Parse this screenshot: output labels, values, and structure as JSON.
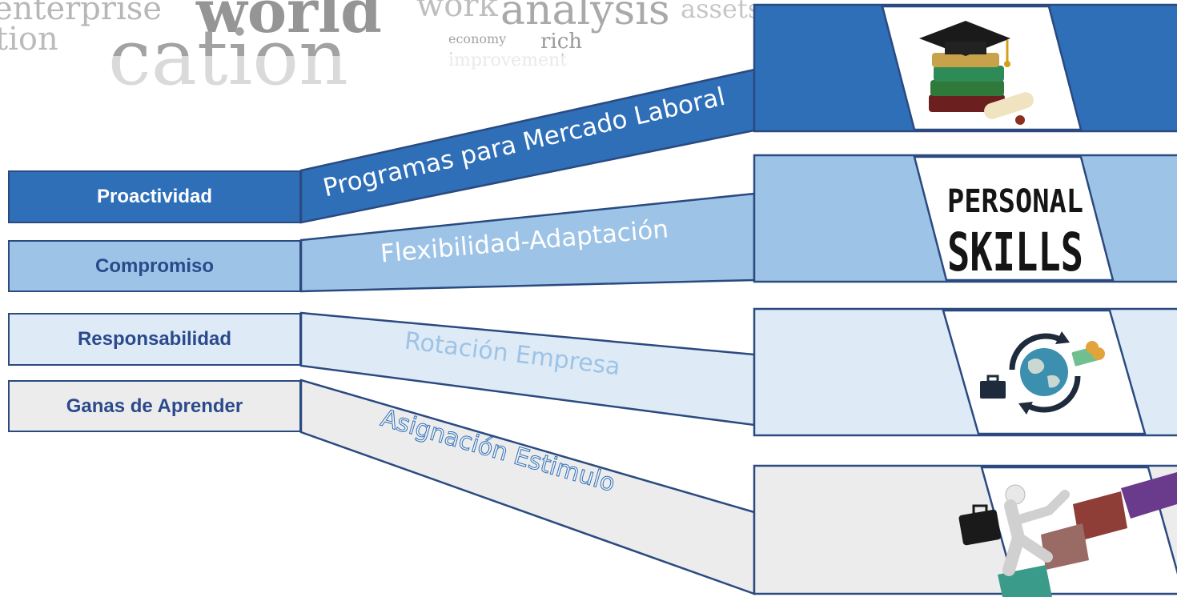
{
  "background_words": {
    "items": [
      "enterprise",
      "world",
      "work",
      "analysis",
      "assets",
      "tion",
      "cation",
      "economy",
      "rich",
      "improvement"
    ]
  },
  "rows": [
    {
      "label": "Proactividad",
      "band_text": "Programas para Mercado Laboral",
      "icon": "graduation-cap-books-icon",
      "fill": "#2e6fb8",
      "label_color": "#ffffff",
      "text_color": "#ffffff"
    },
    {
      "label": "Compromiso",
      "band_text": "Flexibilidad-Adaptación",
      "icon": "personal-skills-icon",
      "icon_text_top": "PERSONAL",
      "icon_text_bottom": "SKILLS",
      "fill": "#9dc3e6",
      "label_color": "#2b4a8c",
      "text_color": "#ffffff"
    },
    {
      "label": "Responsabilidad",
      "band_text": "Rotación Empresa",
      "icon": "globe-rotation-money-icon",
      "fill": "#deebf7",
      "label_color": "#2b4a8c",
      "text_color": "#9dc3e6"
    },
    {
      "label": "Ganas de Aprender",
      "band_text": "Asignación Estimulo",
      "icon": "man-climbing-books-icon",
      "fill": "#ececec",
      "label_color": "#2b4a8c",
      "text_color": "#ececec"
    }
  ],
  "colors": {
    "border": "#2a4a80"
  }
}
